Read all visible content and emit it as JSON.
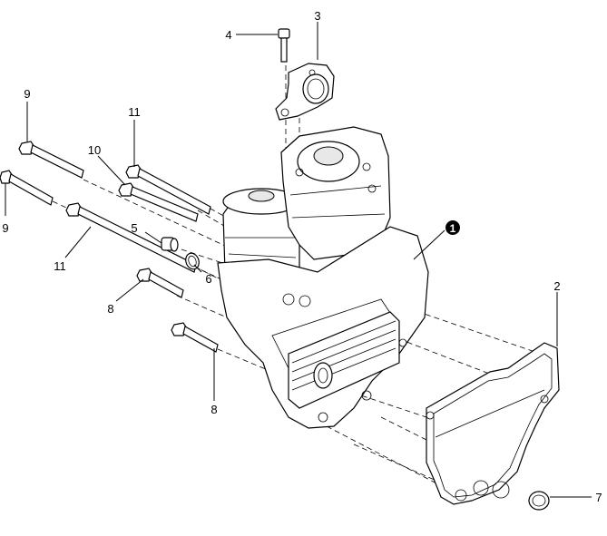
{
  "callouts": {
    "c1": "1",
    "c2": "2",
    "c3": "3",
    "c4": "4",
    "c5": "5",
    "c6": "6",
    "c7": "7",
    "c8a": "8",
    "c8b": "8",
    "c9a": "9",
    "c9b": "9",
    "c10": "10",
    "c11a": "11",
    "c11b": "11"
  }
}
